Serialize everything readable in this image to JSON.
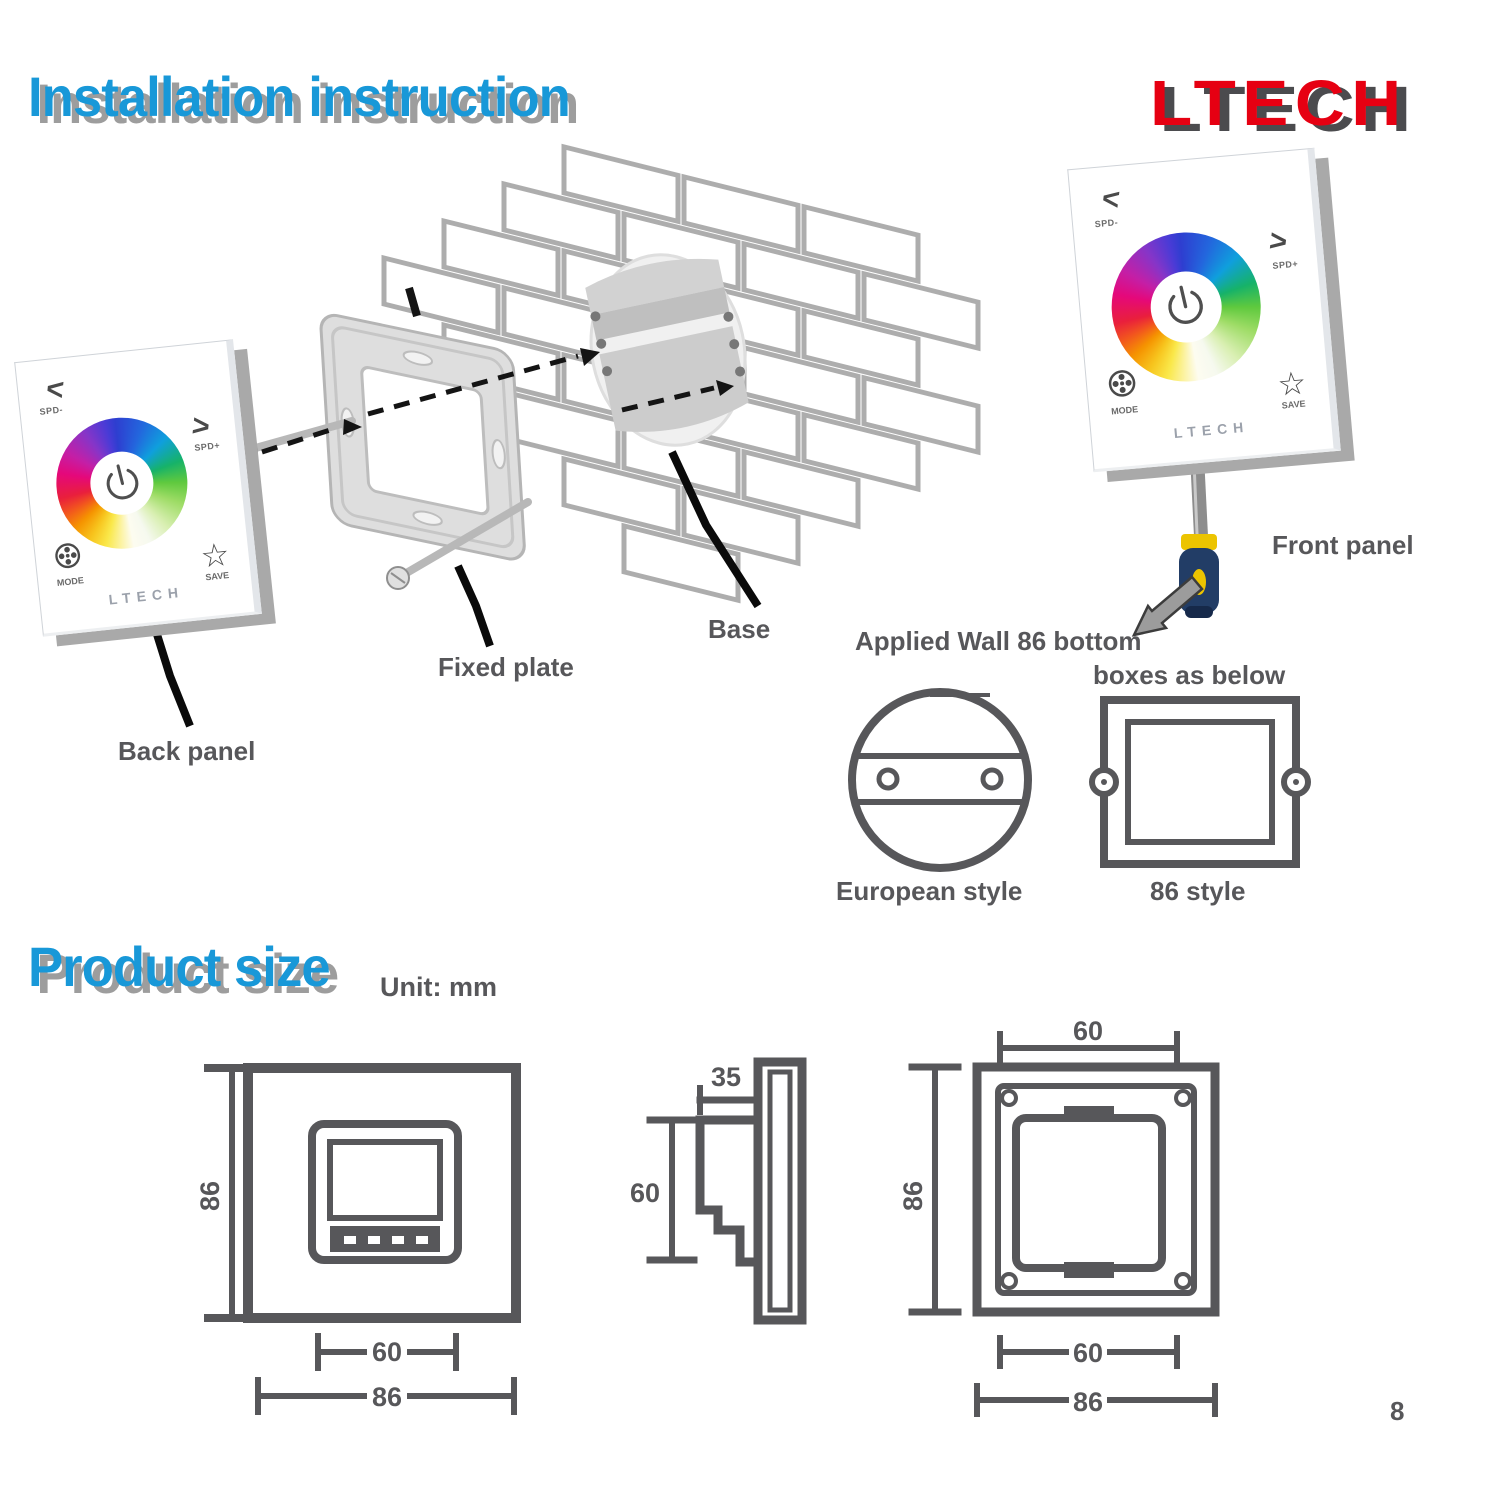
{
  "header": {
    "title": "Installation instruction",
    "logo": "LTECH"
  },
  "parts": {
    "back_panel": "Back panel",
    "fixed_plate": "Fixed plate",
    "base": "Base",
    "front_panel": "Front panel"
  },
  "wall_box": {
    "note_line1": "Applied Wall 86 bottom",
    "note_line2": "boxes as below",
    "round_label": "European style",
    "square_label": "86 style"
  },
  "panel_ui": {
    "brand": "LTECH",
    "chevron_left": "<",
    "chevron_right": ">",
    "spd_minus": "SPD-",
    "spd_plus": "SPD+",
    "mode": "MODE",
    "save": "SAVE",
    "star": "☆"
  },
  "product_size": {
    "title": "Product size",
    "unit": "Unit: mm",
    "page_number": "8",
    "front": {
      "height": "86",
      "inner_width": "60",
      "width": "86"
    },
    "side": {
      "depth": "35",
      "height": "60"
    },
    "back": {
      "top_width": "60",
      "height": "86",
      "inner_width": "60",
      "width": "86"
    }
  },
  "colors": {
    "accent_blue": "#1898d8",
    "brand_red": "#e60012",
    "line_gray": "#57575a"
  }
}
